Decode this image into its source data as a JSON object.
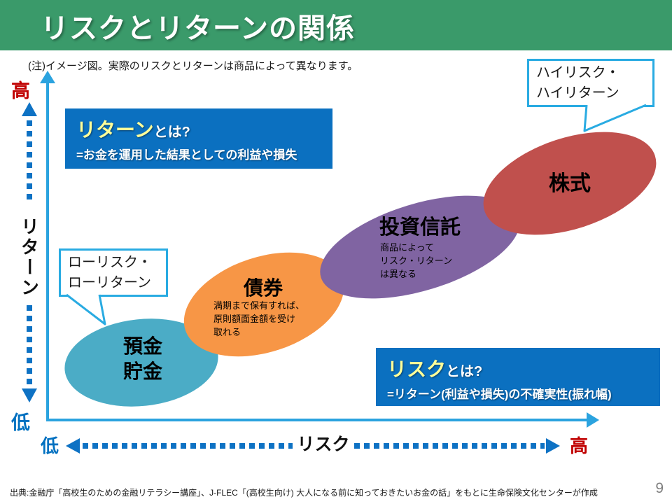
{
  "slide": {
    "title": "リスクとリターンの関係",
    "note": "(注)イメージ図。実際のリスクとリターンは商品によって異なります。",
    "source": "出典:金融庁「高校生のための金融リテラシー講座」、J-FLEC「(高校生向け) 大人になる前に知っておきたいお金の話」をもとに生命保険文化センターが作成",
    "page_number": "9"
  },
  "axes": {
    "y_top": "高",
    "y_label": "リターン",
    "y_bottom": "低",
    "x_left": "低",
    "x_label": "リスク",
    "x_right": "高"
  },
  "callouts": {
    "high_risk": {
      "line1": "ハイリスク・",
      "line2": "ハイリターン"
    },
    "low_risk": {
      "line1": "ローリスク・",
      "line2": "ローリターン"
    }
  },
  "definitions": {
    "return": {
      "term": "リターン",
      "suffix": "とは?",
      "body": "=お金を運用した結果としての利益や損失"
    },
    "risk": {
      "term": "リスク",
      "suffix": "とは?",
      "body": "=リターン(利益や損失)の不確実性(振れ幅)"
    }
  },
  "products": {
    "deposit": {
      "line1": "預金",
      "line2": "貯金"
    },
    "bond": {
      "label": "債券",
      "note1": "満期まで保有すれば、",
      "note2": "原則額面金額を受け",
      "note3": "取れる"
    },
    "fund": {
      "label": "投資信託",
      "note1": "商品によって",
      "note2": "リスク・リターン",
      "note3": "は異なる"
    },
    "stock": {
      "label": "株式"
    }
  },
  "colors": {
    "header_green": "#3A9A6A",
    "axis_light_blue": "#2BA3DF",
    "dotted_arrow_blue": "#0E72C4",
    "callout_border_blue": "#29ABE2",
    "definition_box_blue": "#0B70C0",
    "term_yellow": "#FFFF99",
    "label_red": "#C00000",
    "label_blue": "#0070C0",
    "ellipse_deposit": "#4BACC6",
    "ellipse_bond": "#F79646",
    "ellipse_fund": "#8064A2",
    "ellipse_stock": "#C0504D"
  }
}
